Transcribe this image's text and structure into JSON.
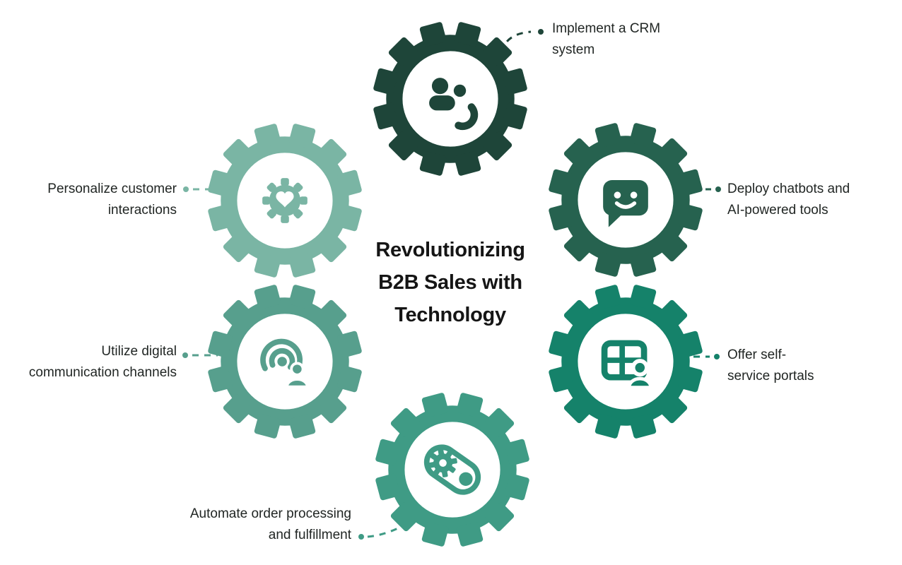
{
  "title": {
    "line1": "Revolutionizing",
    "line2": "B2B Sales with",
    "line3": "Technology"
  },
  "items": [
    {
      "id": "implement-crm",
      "label_line1": "Implement a CRM",
      "label_line2": "system",
      "color": "#1e4539",
      "icon": "crm-contact-icon"
    },
    {
      "id": "deploy-chatbots",
      "label_line1": "Deploy chatbots and",
      "label_line2": "AI-powered tools",
      "color": "#26624f",
      "icon": "chat-smiley-icon"
    },
    {
      "id": "offer-portals",
      "label_line1": "Offer self-",
      "label_line2": "service portals",
      "color": "#15826a",
      "icon": "table-user-icon"
    },
    {
      "id": "automate-orders",
      "label_line1": "Automate order processing",
      "label_line2": "and fulfillment",
      "color": "#3f9b85",
      "icon": "belt-gear-icon"
    },
    {
      "id": "utilize-channels",
      "label_line1": "Utilize digital",
      "label_line2": "communication channels",
      "color": "#579f8d",
      "icon": "broadcast-user-icon"
    },
    {
      "id": "personalize",
      "label_line1": "Personalize customer",
      "label_line2": "interactions",
      "color": "#7ab5a4",
      "icon": "gear-heart-icon"
    }
  ],
  "colors": {
    "background": "#ffffff",
    "label_text": "#212624",
    "title_text": "#151515"
  }
}
